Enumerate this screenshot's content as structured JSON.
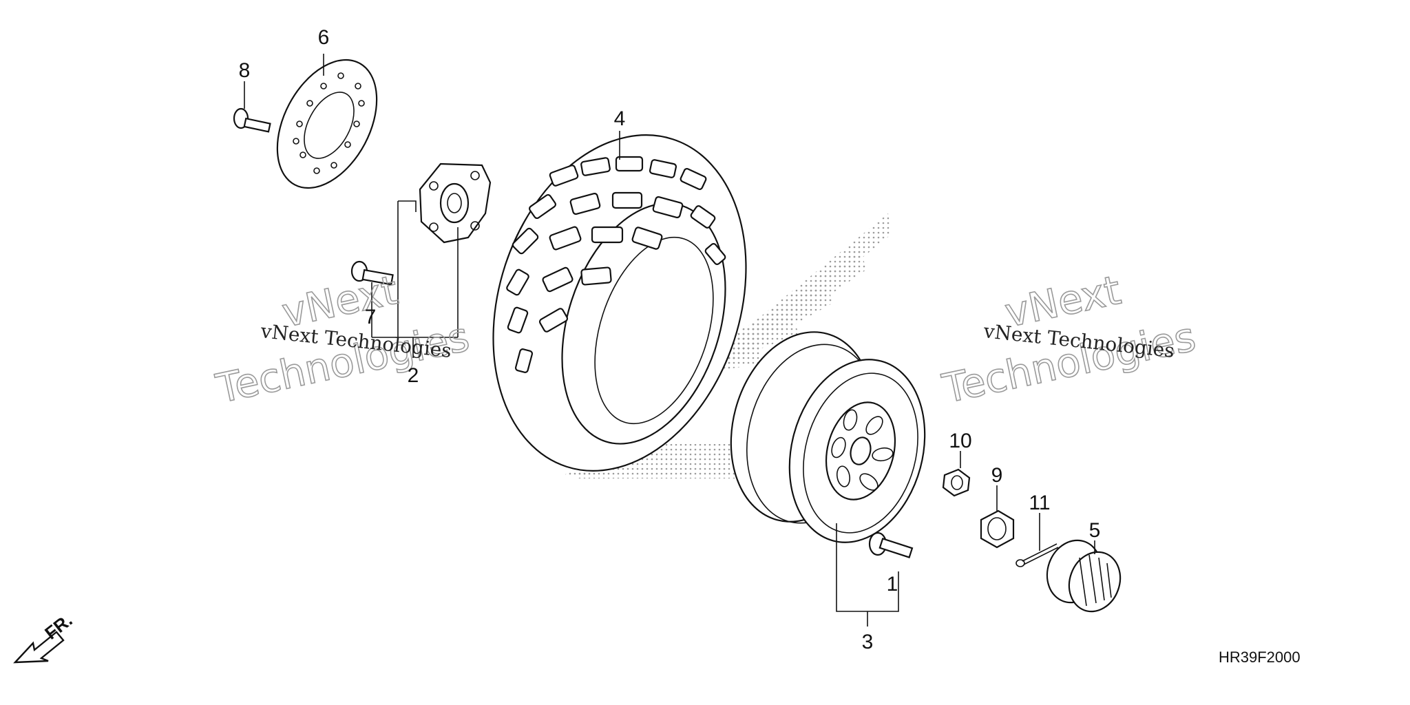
{
  "diagram_code": "HR39F2000",
  "front_indicator": "FR.",
  "watermarks": [
    {
      "small": "vNext Technologies",
      "big_top": "vNext",
      "big_bottom": "Technologies"
    },
    {
      "small": "vNext Technologies",
      "big_top": "vNext",
      "big_bottom": "Technologies"
    }
  ],
  "callouts": {
    "c1": "1",
    "c2": "2",
    "c3": "3",
    "c4": "4",
    "c5": "5",
    "c6": "6",
    "c7": "7",
    "c8": "8",
    "c9": "9",
    "c10": "10",
    "c11": "11"
  }
}
